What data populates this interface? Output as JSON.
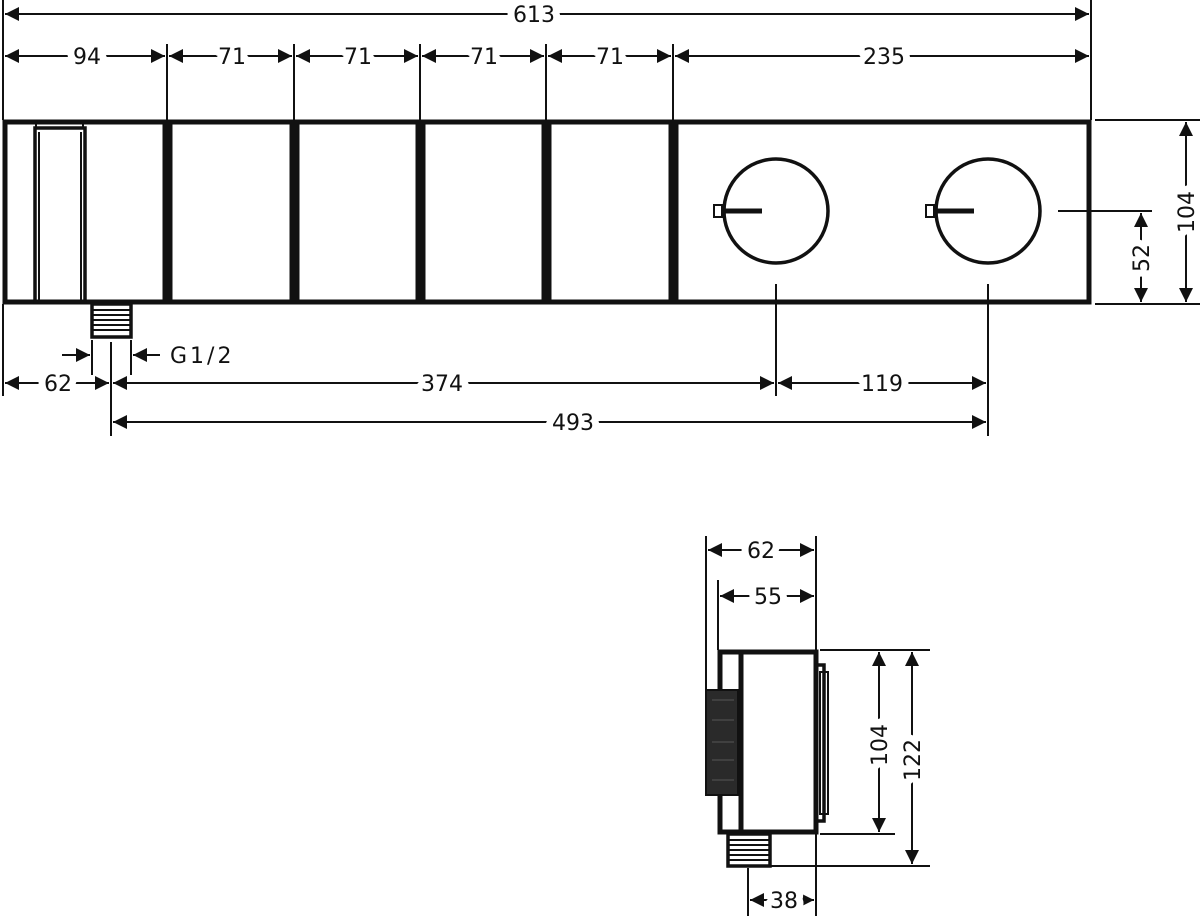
{
  "drawing": {
    "front_view": {
      "overall_width": "613",
      "module_widths": [
        "94",
        "71",
        "71",
        "71",
        "71",
        "235"
      ],
      "height": "104",
      "knob_center_height": "52",
      "thread_label": "G1/2",
      "outlet_offset": "62",
      "outlet_to_knob1": "374",
      "knob1_to_knob2": "119",
      "outlet_to_knob2": "493"
    },
    "side_view": {
      "total_depth": "62",
      "body_depth": "55",
      "body_height": "104",
      "total_height": "122",
      "outlet_depth": "38"
    }
  }
}
